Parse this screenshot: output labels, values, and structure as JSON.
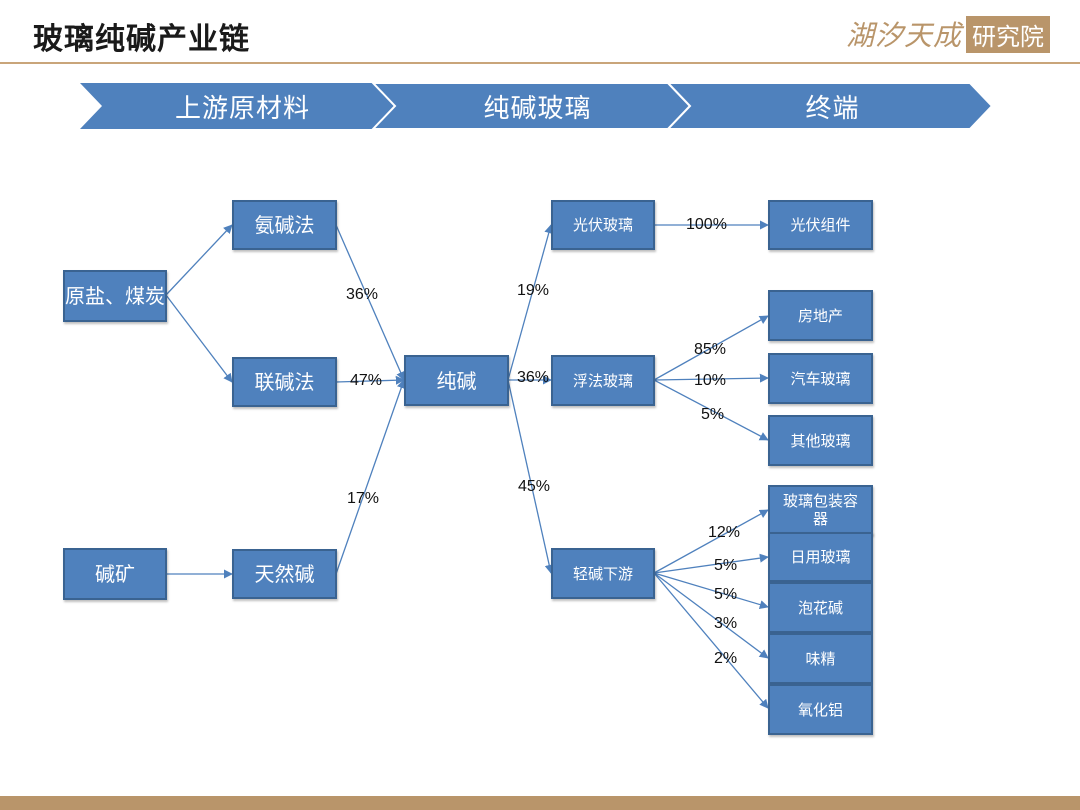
{
  "header": {
    "title": "玻璃纯碱产业链",
    "logo_script": "湖汐天成",
    "logo_box": "研究院"
  },
  "stages": [
    "上游原材料",
    "纯碱玻璃",
    "终端"
  ],
  "nodes": {
    "raw1": "原盐、煤炭",
    "raw2": "碱矿",
    "ammonia": "氨碱法",
    "joint": "联碱法",
    "natural": "天然碱",
    "soda": "纯碱",
    "pv_glass": "光伏玻璃",
    "float_glass": "浮法玻璃",
    "light_soda": "轻碱下游",
    "pv_module": "光伏组件",
    "real_estate": "房地产",
    "auto_glass": "汽车玻璃",
    "other_glass": "其他玻璃",
    "glass_pack": "玻璃包装容器",
    "daily_glass": "日用玻璃",
    "sodium_silicate": "泡花碱",
    "msg": "味精",
    "alumina": "氧化铝"
  },
  "percentages": {
    "ammonia_soda": "36%",
    "joint_soda": "47%",
    "natural_soda": "17%",
    "soda_pv": "19%",
    "soda_float": "36%",
    "soda_light": "45%",
    "pv_module": "100%",
    "real_estate": "85%",
    "auto_glass": "10%",
    "other_glass": "5%",
    "glass_pack": "12%",
    "daily_glass": "5%",
    "sodium_silicate": "5%",
    "msg": "3%",
    "alumina": "2%"
  },
  "colors": {
    "box_fill": "#4f81bd",
    "box_border": "#3a6391",
    "arrow": "#4f81bd",
    "accent_gold": "#b9956a"
  }
}
